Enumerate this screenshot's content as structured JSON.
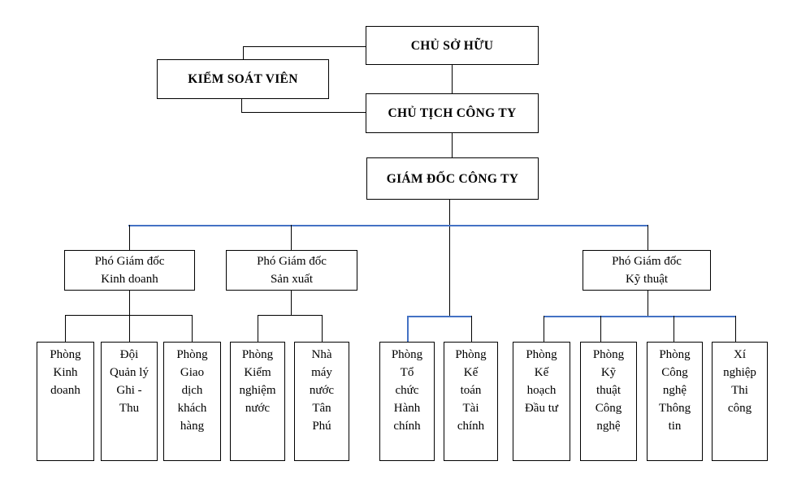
{
  "diagram": {
    "type": "org-chart",
    "language": "vi",
    "colors": {
      "box_border": "#000000",
      "connector_black": "#000000",
      "connector_blue": "#4472C4",
      "background": "#ffffff"
    }
  },
  "nodes": {
    "chu_so_huu": "CHỦ SỞ HỮU",
    "kiem_soat_vien": "KIỂM SOÁT VIÊN",
    "chu_tich_cong_ty": "CHỦ TỊCH CÔNG TY",
    "giam_doc_cong_ty": "GIÁM ĐỐC CÔNG TY",
    "pgd_kinh_doanh": "Phó Giám đốc\nKinh doanh",
    "pgd_san_xuat": "Phó Giám đốc\nSản xuất",
    "pgd_ky_thuat": "Phó Giám đốc\nKỹ thuật",
    "phong_kinh_doanh": "Phòng\nKinh\ndoanh",
    "doi_quan_ly_ghi_thu": "Đội\nQuản lý\nGhi -\nThu",
    "phong_giao_dich_khach_hang": "Phòng\nGiao\ndịch\nkhách\nhàng",
    "phong_kiem_nghiem_nuoc": "Phòng\nKiểm\nnghiệm\nnước",
    "nha_may_nuoc_tan_phu": "Nhà\nmáy\nnước\nTân\nPhú",
    "phong_to_chuc_hanh_chinh": "Phòng\nTổ\nchức\nHành\nchính",
    "phong_ke_toan_tai_chinh": "Phòng\nKế\ntoán\nTài\nchính",
    "phong_ke_hoach_dau_tu": "Phòng\nKế\nhoạch\nĐầu tư",
    "phong_ky_thuat_cong_nghe": "Phòng\nKỹ\nthuật\nCông\nnghệ",
    "phong_cong_nghe_thong_tin": "Phòng\nCông\nnghệ\nThông\ntin",
    "xi_nghiep_thi_cong": "Xí\nnghiệp\nThi\ncông"
  },
  "hierarchy": {
    "chu_so_huu": [
      "chu_tich_cong_ty"
    ],
    "kiem_soat_vien_links": [
      "chu_so_huu",
      "chu_tich_cong_ty"
    ],
    "chu_tich_cong_ty": [
      "giam_doc_cong_ty"
    ],
    "giam_doc_cong_ty": [
      "pgd_kinh_doanh",
      "pgd_san_xuat",
      "pgd_ky_thuat",
      "phong_to_chuc_hanh_chinh",
      "phong_ke_toan_tai_chinh"
    ],
    "pgd_kinh_doanh": [
      "phong_kinh_doanh",
      "doi_quan_ly_ghi_thu",
      "phong_giao_dich_khach_hang"
    ],
    "pgd_san_xuat": [
      "phong_kiem_nghiem_nuoc",
      "nha_may_nuoc_tan_phu"
    ],
    "pgd_ky_thuat": [
      "phong_ke_hoach_dau_tu",
      "phong_ky_thuat_cong_nghe",
      "phong_cong_nghe_thong_tin",
      "xi_nghiep_thi_cong"
    ]
  }
}
